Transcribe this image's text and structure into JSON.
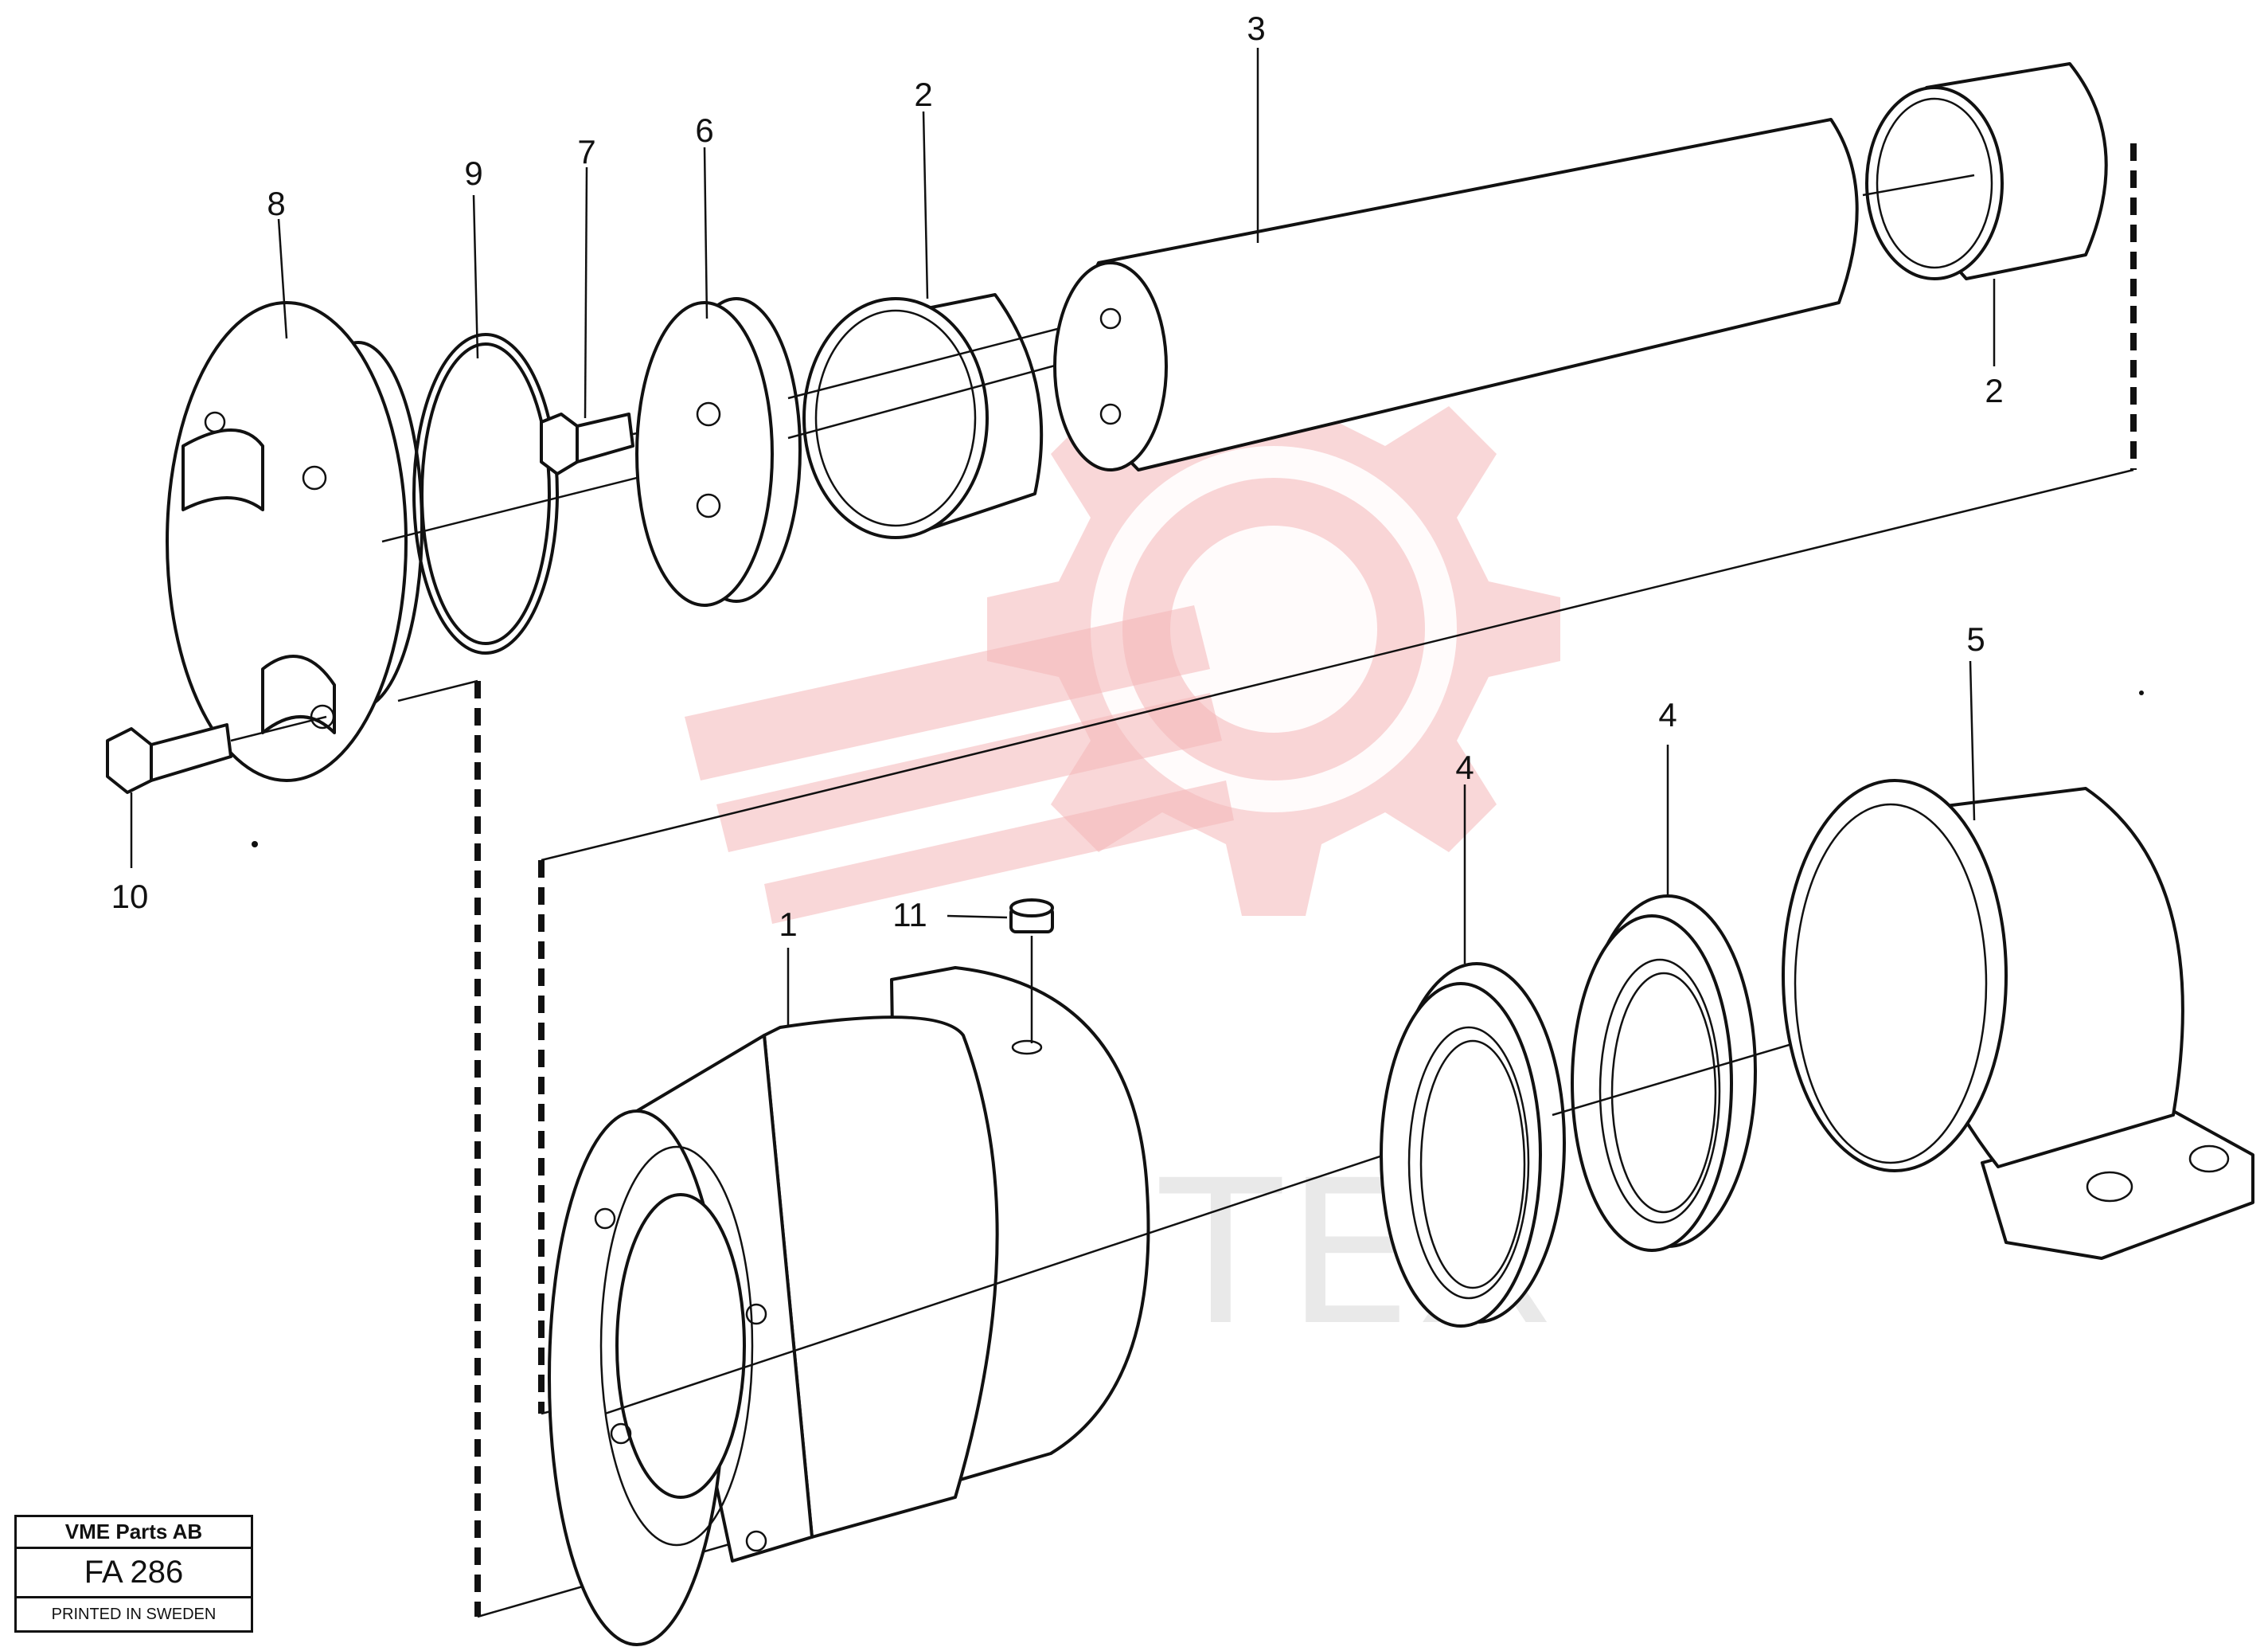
{
  "diagram": {
    "callouts": [
      {
        "id": "c8",
        "text": "8"
      },
      {
        "id": "c9",
        "text": "9"
      },
      {
        "id": "c7",
        "text": "7"
      },
      {
        "id": "c6",
        "text": "6"
      },
      {
        "id": "c2a",
        "text": "2"
      },
      {
        "id": "c3",
        "text": "3"
      },
      {
        "id": "c2b",
        "text": "2"
      },
      {
        "id": "c10",
        "text": "10"
      },
      {
        "id": "c11",
        "text": "11"
      },
      {
        "id": "c1",
        "text": "1"
      },
      {
        "id": "c4a",
        "text": "4"
      },
      {
        "id": "c4b",
        "text": "4"
      },
      {
        "id": "c5",
        "text": "5"
      }
    ],
    "watermark_text": "ИНТЕХ"
  },
  "title_block": {
    "company": "VME Parts AB",
    "code": "FA 286",
    "printed": "PRINTED IN SWEDEN"
  },
  "colors": {
    "line": "#111111",
    "watermark_logo": "#f4b6b8",
    "watermark_text": "#cfcfcf"
  }
}
